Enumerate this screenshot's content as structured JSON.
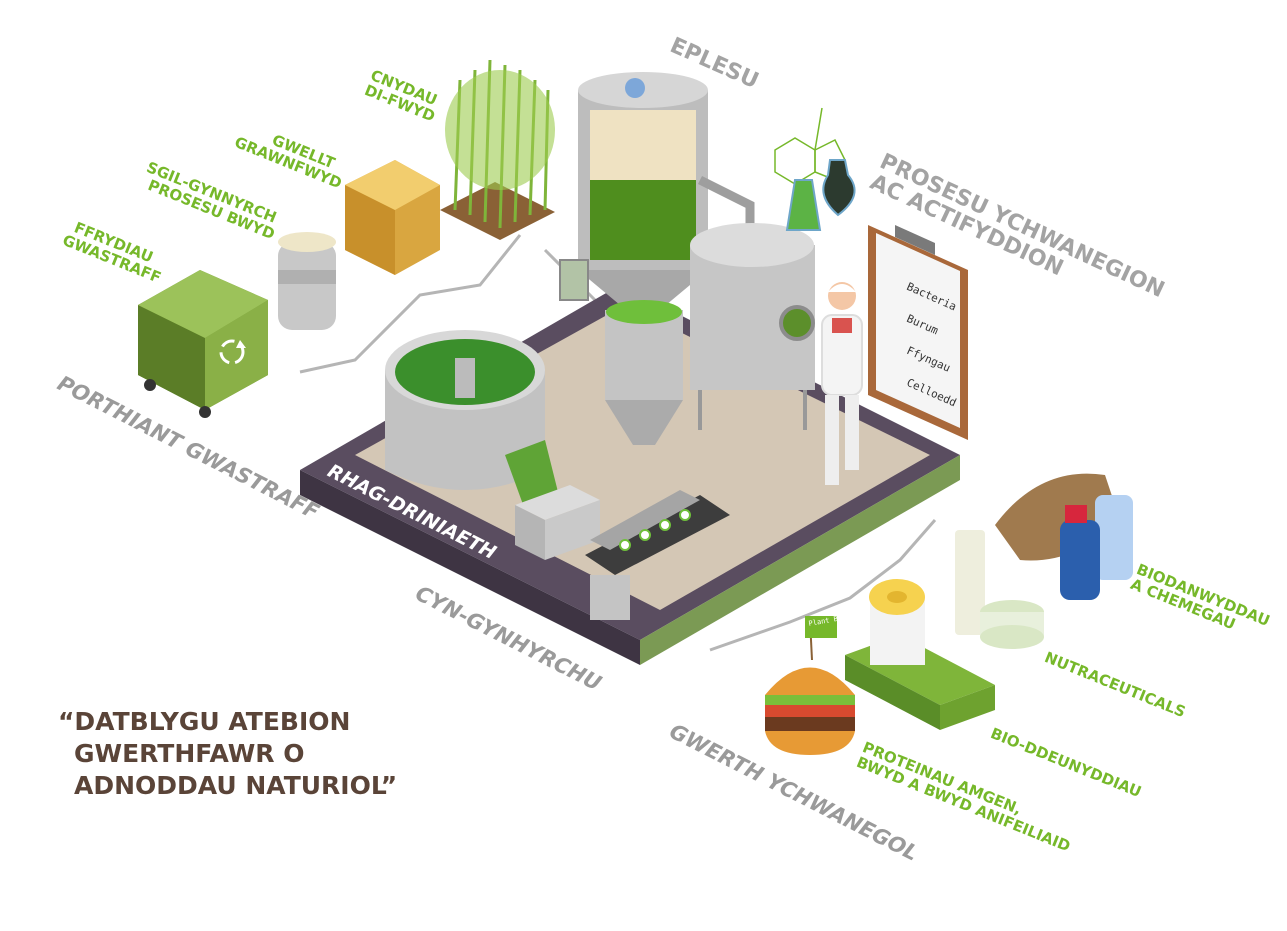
{
  "labels": {
    "eplesu": "EPLESU",
    "cnydau": [
      "CNYDAU",
      "DI-FWYD"
    ],
    "gwellt": [
      "GWELLT",
      "GRAWNFWYD"
    ],
    "sgil": [
      "SGIL-GYNNYRCH",
      "PROSESU BWYD"
    ],
    "ffrydiau": [
      "FFRYDIAU",
      "GWASTRAFF"
    ],
    "prosesu": [
      "PROSESU YCHWANEGION",
      "AC ACTIFYDDION"
    ],
    "porthiant": "PORTHIANT GWASTRAFF",
    "rhag": "RHAG-DRINIAETH",
    "cyn": "CYN-GYNHYRCHU",
    "gwerth": "GWERTH YCHWANEGOL",
    "biodanwyddau": [
      "BIODANWYDDAU",
      "A CHEMEGAU"
    ],
    "nutraceuticals": "NUTRACEUTICALS",
    "bioddeunyddiau": "BIO-DDEUNYDDIAU",
    "proteinau": [
      "PROTEINAU AMGEN,",
      "BWYD A BWYD ANIFEILIAID"
    ]
  },
  "clipboard": {
    "items": [
      "Bacteria",
      "Burum",
      "Ffyngau",
      "Celloedd"
    ]
  },
  "flag": "Plant Based",
  "quote": [
    "“DATBLYGU ATEBION",
    "GWERTHFAWR O",
    "ADNODDAU NATURIOL”"
  ],
  "colors": {
    "accent_green": "#76b82a",
    "label_grey": "#9a9a9a",
    "quote_brown": "#5a4438",
    "platform_purple": "#4a3f55"
  },
  "icons": [
    "recycle-icon",
    "adenine-molecule-icon"
  ]
}
